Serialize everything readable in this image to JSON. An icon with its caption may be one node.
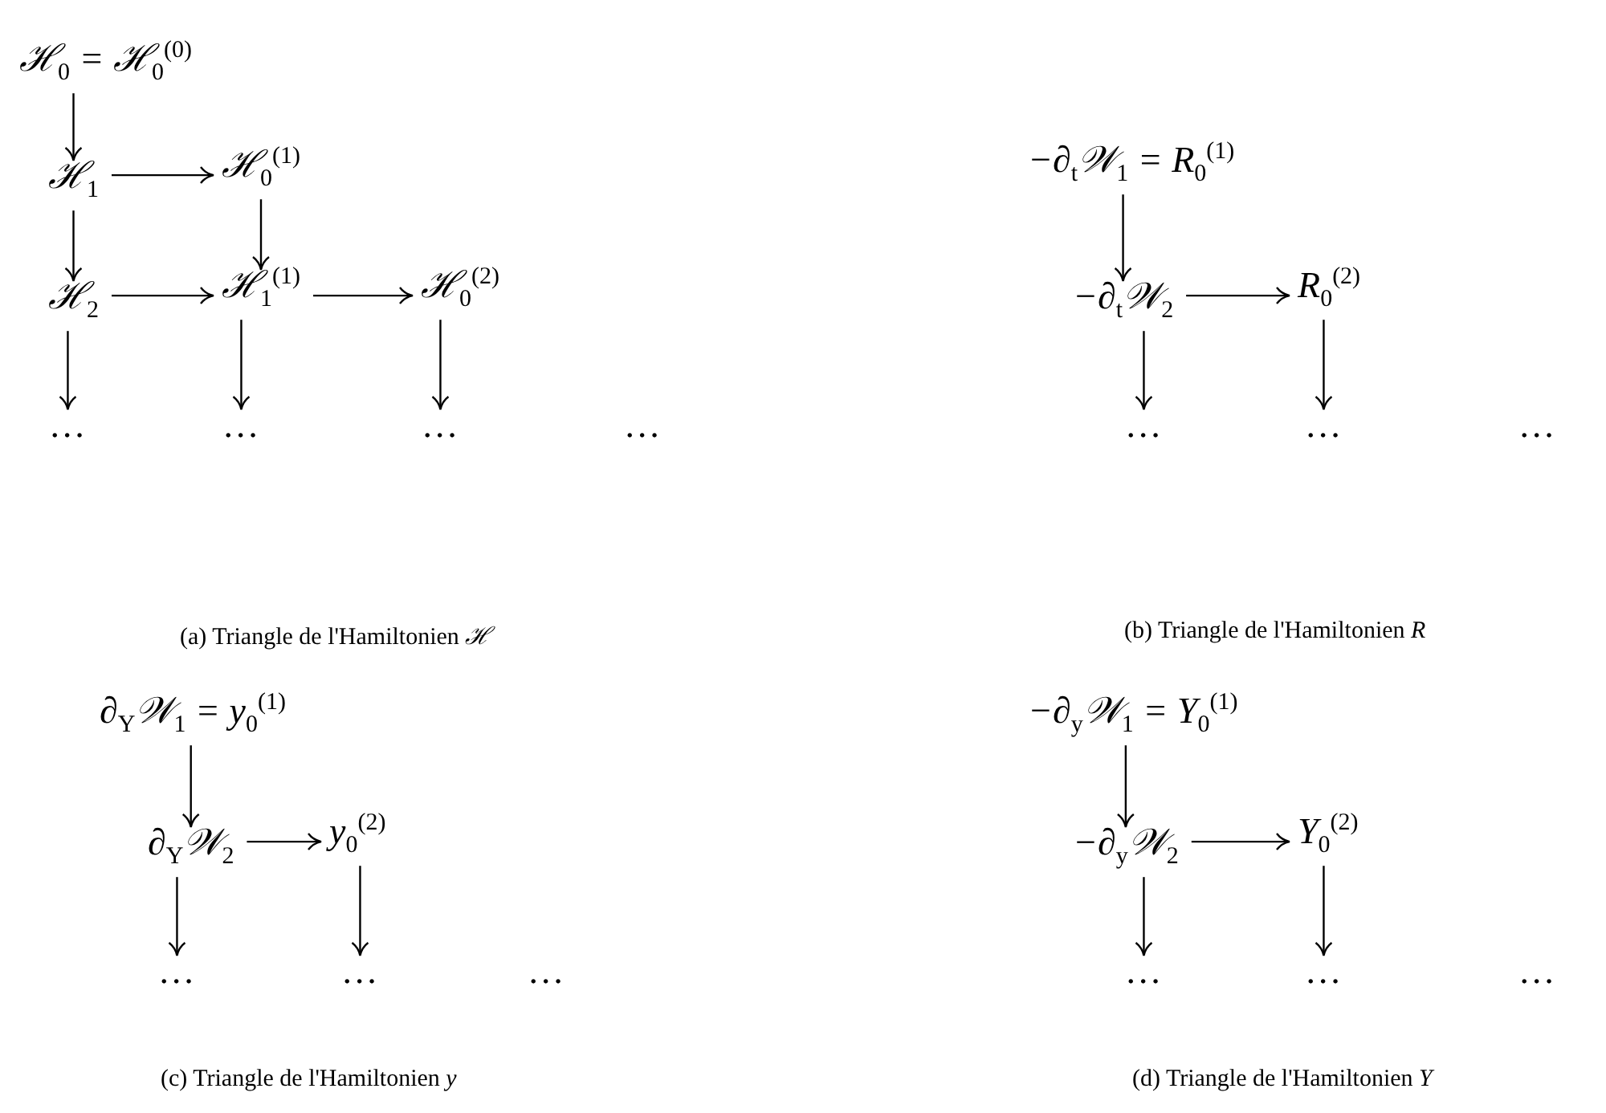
{
  "diagram": {
    "nodes": [
      {
        "text": [
          "ℋ$_{0}$ = ℋ$_{0}$$^{(0)}$"
        ]
      },
      {
        "text": [
          "ℋ$_{1}$"
        ]
      },
      {
        "text": [
          "ℋ$_{0}$$^{(1)}$"
        ]
      },
      {
        "text": [
          "ℋ$_{2}$"
        ]
      },
      {
        "text": [
          "ℋ$_{1}$$^{(1)}$"
        ]
      },
      {
        "text": [
          "ℋ$_{0}$$^{(2)}$"
        ]
      },
      {
        "text": [
          "…"
        ]
      },
      {
        "text": [
          "…"
        ]
      },
      {
        "text": [
          "…"
        ]
      },
      {
        "text": [
          "−∂$_{t}$𝒲$_{1}$ = R$_{0}$$^{(1)}$"
        ]
      },
      {
        "text": [
          "−∂$_{t}$𝒲$_{2}$"
        ]
      },
      {
        "text": [
          "R$_{0}$$^{(2)}$"
        ]
      },
      {
        "text": [
          "…"
        ]
      },
      {
        "text": [
          "…"
        ]
      },
      {
        "text": [
          "∂$_{Y}$𝒲$_{1}$ = y$_{0}$$^{(1)}$"
        ]
      },
      {
        "text": [
          "∂$_{Y}$𝒲$_{2}$"
        ]
      },
      {
        "text": [
          "y$_{0}$$^{(2)}$"
        ]
      },
      {
        "text": [
          "…"
        ]
      },
      {
        "text": [
          "…"
        ]
      },
      {
        "text": [
          "−∂$_{y}$𝒲$_{1}$ = Y$_{0}$$^{(1)}$"
        ]
      },
      {
        "text": [
          "−∂$_{y}$𝒲$_{2}$"
        ]
      },
      {
        "text": [
          "Y$_{0}$$^{(2)}$"
        ]
      },
      {
        "text": [
          "…"
        ]
      },
      {
        "text": [
          "…"
        ]
      }
    ],
    "edges": [
      {
        "from": 0,
        "to": 1,
        "arrow": "to"
      },
      {
        "from": 1,
        "to": 2,
        "arrow": "to"
      },
      {
        "from": 1,
        "to": 3,
        "arrow": "to"
      },
      {
        "from": 2,
        "to": 4,
        "arrow": "to"
      },
      {
        "from": 3,
        "to": 4,
        "arrow": "to"
      },
      {
        "from": 4,
        "to": 5,
        "arrow": "to"
      },
      {
        "from": 3,
        "to": 6,
        "arrow": "to"
      },
      {
        "from": 4,
        "to": 7,
        "arrow": "to"
      },
      {
        "from": 5,
        "to": 8,
        "arrow": "to"
      },
      {
        "from": 9,
        "to": 10,
        "arrow": "to"
      },
      {
        "from": 10,
        "to": 11,
        "arrow": "to"
      },
      {
        "from": 10,
        "to": 12,
        "arrow": "to"
      },
      {
        "from": 11,
        "to": 13,
        "arrow": "to"
      },
      {
        "from": 14,
        "to": 15,
        "arrow": "to"
      },
      {
        "from": 15,
        "to": 16,
        "arrow": "to"
      },
      {
        "from": 15,
        "to": 17,
        "arrow": "to"
      },
      {
        "from": 16,
        "to": 18,
        "arrow": "to"
      },
      {
        "from": 19,
        "to": 20,
        "arrow": "to"
      },
      {
        "from": 20,
        "to": 21,
        "arrow": "to"
      },
      {
        "from": 20,
        "to": 22,
        "arrow": "to"
      },
      {
        "from": 21,
        "to": 23,
        "arrow": "to"
      }
    ],
    "labels": [
      "…",
      "…",
      "(a) Triangle de l'Hamiltonien *ℋ*",
      "(b) Triangle de l'Hamiltonien *R*",
      "…",
      "…",
      "(c) Triangle de l'Hamiltonien *y*",
      "(d) Triangle de l'Hamiltonien *Y*"
    ]
  }
}
